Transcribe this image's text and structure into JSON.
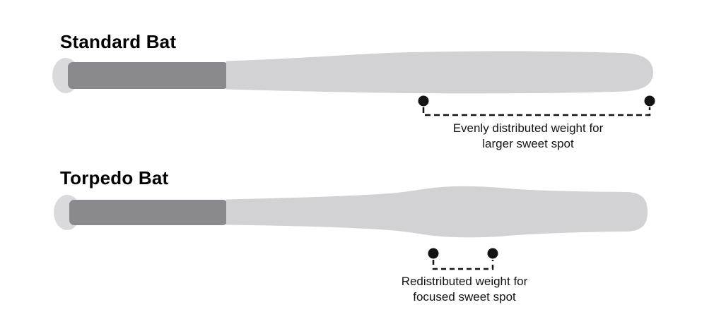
{
  "figure": {
    "type": "comparison-infographic",
    "background": "#ffffff",
    "sections": [
      {
        "id": "standard",
        "title": "Standard Bat",
        "caption_line1": "Evenly distributed weight for",
        "caption_line2": "larger sweet spot"
      },
      {
        "id": "torpedo",
        "title": "Torpedo Bat",
        "caption_line1": "Redistributed weight for",
        "caption_line2": "focused sweet spot"
      }
    ],
    "colors": {
      "knob": "#dadadc",
      "grip": "#8a8a8e",
      "barrel": "#d2d2d4",
      "marker": "#131313",
      "bracket": "#131313",
      "caption_text": "#141414",
      "title_text": "#000000"
    }
  }
}
